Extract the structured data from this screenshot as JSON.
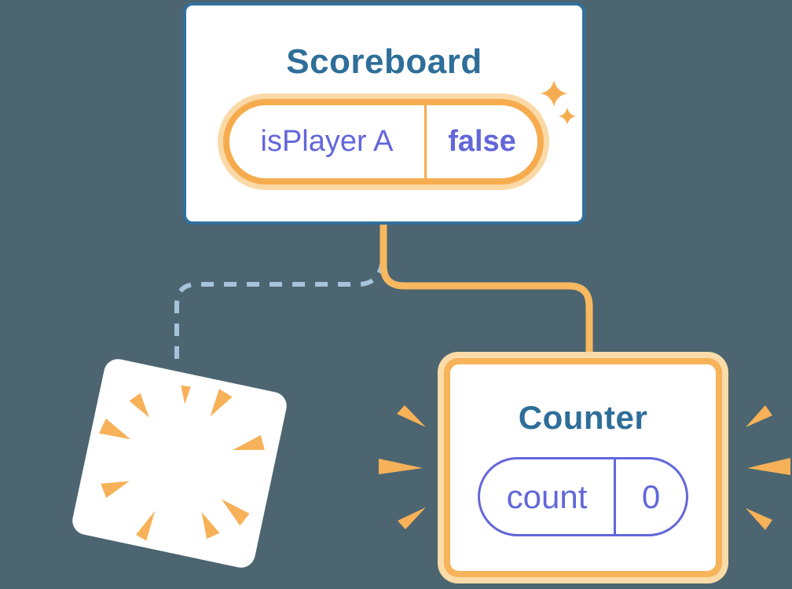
{
  "colors": {
    "background": "#4C6570",
    "card_border_blue": "#30719F",
    "title_blue": "#2E6E99",
    "purple": "#6367D9",
    "orange_ring": "#F6AC4E",
    "orange_halo": "#FBD9A6",
    "counter_orange": "#F7B35A",
    "counter_halo": "#FBDCA9",
    "connector_orange": "#F7B860",
    "dash_blue": "#A6C3DB",
    "burst_orange": "#F7B158"
  },
  "scoreboard": {
    "title": "Scoreboard",
    "state": {
      "key": "isPlayer A",
      "value": "false"
    }
  },
  "counter": {
    "title": "Counter",
    "state": {
      "key": "count",
      "value": "0"
    }
  },
  "icons": {
    "sparkle": "sparkle-icon",
    "poof": "poof-burst-icon",
    "burst": "burst-icon"
  }
}
